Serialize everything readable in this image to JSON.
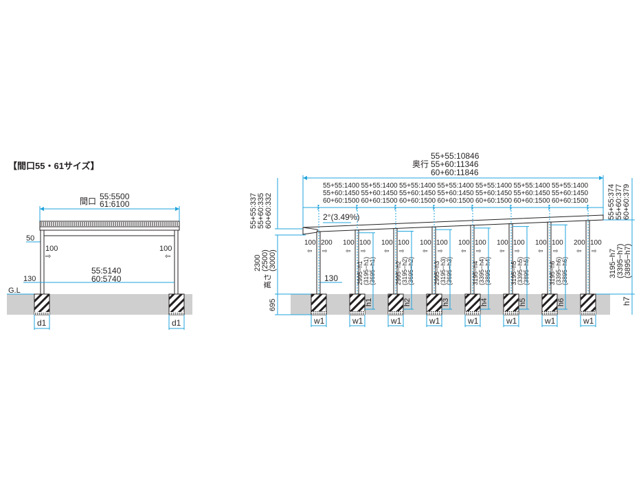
{
  "title": "【間口55・61サイズ】",
  "colors": {
    "dimension_line": "#1fa3dc",
    "structure": "#231f20",
    "ground": "#cfcfcf",
    "text": "#231f20"
  },
  "front_view": {
    "width_label": "間口",
    "width_values": [
      "55:5500",
      "61:6100"
    ],
    "eave_height": "50",
    "offset_left": "100",
    "offset_right": "100",
    "inner_width_values": [
      "55:5140",
      "60:5740"
    ],
    "base_height": "130",
    "ground_label": "G.L",
    "footing_labels": [
      "d1",
      "d1"
    ]
  },
  "side_view": {
    "depth_label": "奥行",
    "depth_values": [
      "55+55:10846",
      "55+60:11346",
      "60+60:11846"
    ],
    "spans": [
      [
        "55+55:1400",
        "55+60:1450",
        "60+60:1500"
      ],
      [
        "55+55:1400",
        "55+60:1450",
        "60+60:1500"
      ],
      [
        "55+55:1400",
        "55+60:1450",
        "60+60:1500"
      ],
      [
        "55+55:1400",
        "55+60:1450",
        "60+60:1500"
      ],
      [
        "55+55:1400",
        "55+60:1450",
        "60+60:1500"
      ],
      [
        "55+55:1400",
        "55+60:1450",
        "60+60:1500"
      ],
      [
        "55+55:1400",
        "55+60:1450",
        "60+60:1500"
      ]
    ],
    "left_roof_height": [
      "55+55:337",
      "55+60:335",
      "60+60:332"
    ],
    "right_roof_height": [
      "55+55:374",
      "55+60:377",
      "60+60:379"
    ],
    "slope": "2°(3.49%)",
    "height_label": "高さ",
    "heights": [
      "2300",
      "(2500)",
      "(3000)"
    ],
    "footing_depth": "695",
    "base_height": "130",
    "post_offsets": [
      [
        "100",
        "200"
      ],
      [
        "100",
        "100"
      ],
      [
        "100",
        "100"
      ],
      [
        "100",
        "100"
      ],
      [
        "100",
        "100"
      ],
      [
        "100",
        "100"
      ],
      [
        "100",
        "100"
      ],
      [
        "200",
        "100"
      ]
    ],
    "post_heights": [
      [
        "2995−h1",
        "(3195−h1)",
        "(3695−h1)"
      ],
      [
        "2995−h2",
        "(3195−h2)",
        "(3695−h2)"
      ],
      [
        "2995−h3",
        "(3195−h3)",
        "(3695−h3)"
      ],
      [
        "3195−h4",
        "(3395−h4)",
        "(3895−h4)"
      ],
      [
        "3195−h5",
        "(3395−h5)",
        "(3895−h5)"
      ],
      [
        "3195−h6",
        "(3395−h6)",
        "(3895−h6)"
      ]
    ],
    "post_h_labels": [
      "h1",
      "h2",
      "h3",
      "h4",
      "h5",
      "h6"
    ],
    "right_height": [
      "3195−h7",
      "(3395−h7)",
      "(3895−h7)"
    ],
    "right_h_label": "h7",
    "footing_labels": [
      "w1",
      "w1",
      "w1",
      "w1",
      "w1",
      "w1",
      "w1",
      "w1"
    ]
  }
}
